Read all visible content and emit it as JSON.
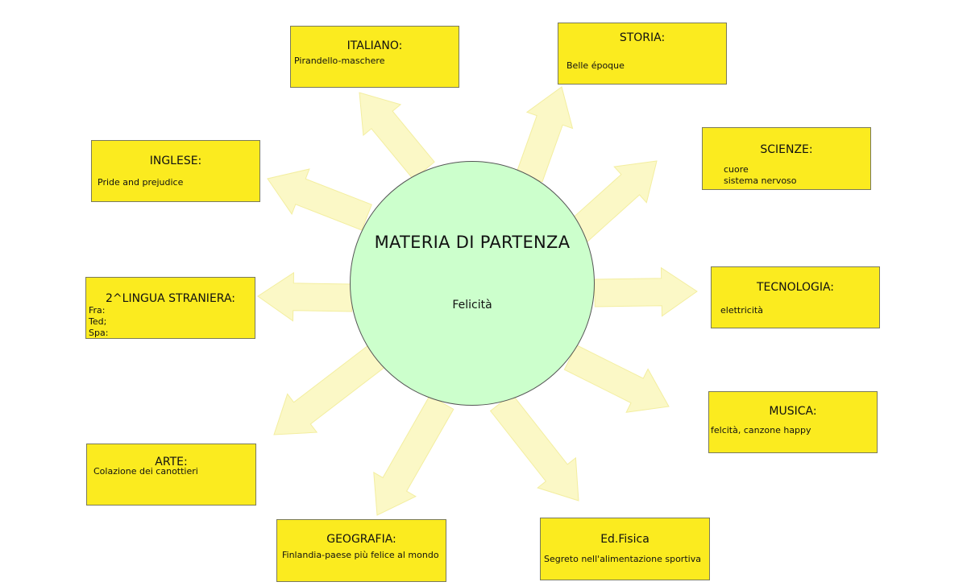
{
  "center": {
    "title": "MATERIA DI PARTENZA",
    "subtitle": "Felicità"
  },
  "boxes": {
    "italiano": {
      "heading": "ITALIANO:",
      "text": "Pirandello-maschere"
    },
    "storia": {
      "heading": "STORIA:",
      "text": "Belle époque"
    },
    "inglese": {
      "heading": "INGLESE:",
      "text": "Pride and prejudice"
    },
    "scienze": {
      "heading": "SCIENZE:",
      "text": "cuore\nsistema nervoso"
    },
    "lingua2": {
      "heading": "2^LINGUA STRANIERA:",
      "text": "Fra:\nTed;\nSpa:"
    },
    "tecnologia": {
      "heading": "TECNOLOGIA:",
      "text": "elettricità"
    },
    "musica": {
      "heading": "MUSICA:",
      "text": "felcità, canzone happy"
    },
    "arte": {
      "heading": "ARTE:",
      "text": "Colazione dei canottieri"
    },
    "geografia": {
      "heading": "GEOGRAFIA:",
      "text": "Finlandia-paese più felice al mondo"
    },
    "edfisica": {
      "heading": "Ed.Fisica",
      "text": "Segreto nell'alimentazione sportiva"
    }
  },
  "colors": {
    "box_fill": "#fbeb1f",
    "center_fill": "#ccffcc",
    "arrow_fill": "#fbf8c6"
  }
}
